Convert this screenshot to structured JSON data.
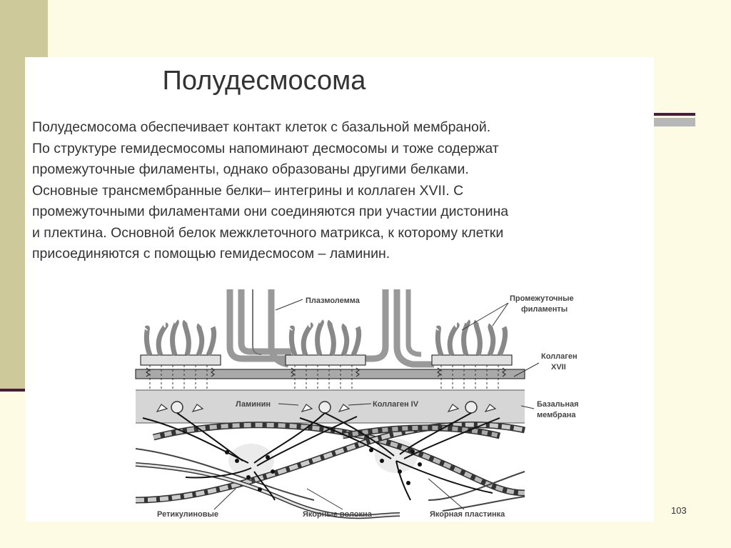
{
  "slide": {
    "title": "Полудесмосома",
    "paragraph_lines": [
      "Полудесмосома обеспечивает контакт клеток с базальной мембраной.",
      "По структуре гемидесмосомы напоминают десмосомы и тоже содержат",
      "промежуточные филаменты, однако образованы другими белками.",
      "Основные трансмембранные белки– интегрины и коллаген XVII. С",
      "промежуточными филаментами они соединяются при участии дистонина",
      "и плектина. Основной белок межклеточного матрикса, к которому клетки",
      "присоединяются с помощью гемидесмосом – ламинин."
    ],
    "slide_number": "103"
  },
  "diagram": {
    "labels": {
      "plasmolemma": "Плазмолемма",
      "intermediate_filaments_1": "Промежуточные",
      "intermediate_filaments_2": "филаменты",
      "collagen_xvii_1": "Коллаген",
      "collagen_xvii_2": "XVII",
      "laminin": "Ламинин",
      "collagen_iv": "Коллаген IV",
      "basal_membrane_1": "Базальная",
      "basal_membrane_2": "мембрана",
      "reticulin_fibers_1": "Ретикулиновые",
      "anchoring_fibers": "Якорные волокна",
      "anchoring_plate": "Якорная пластинка"
    }
  },
  "colors": {
    "background": "#fdfbe3",
    "panel": "#ffffff",
    "accent_dark": "#4a1d3a",
    "accent_olive": "#cdc99a",
    "text": "#333333"
  }
}
